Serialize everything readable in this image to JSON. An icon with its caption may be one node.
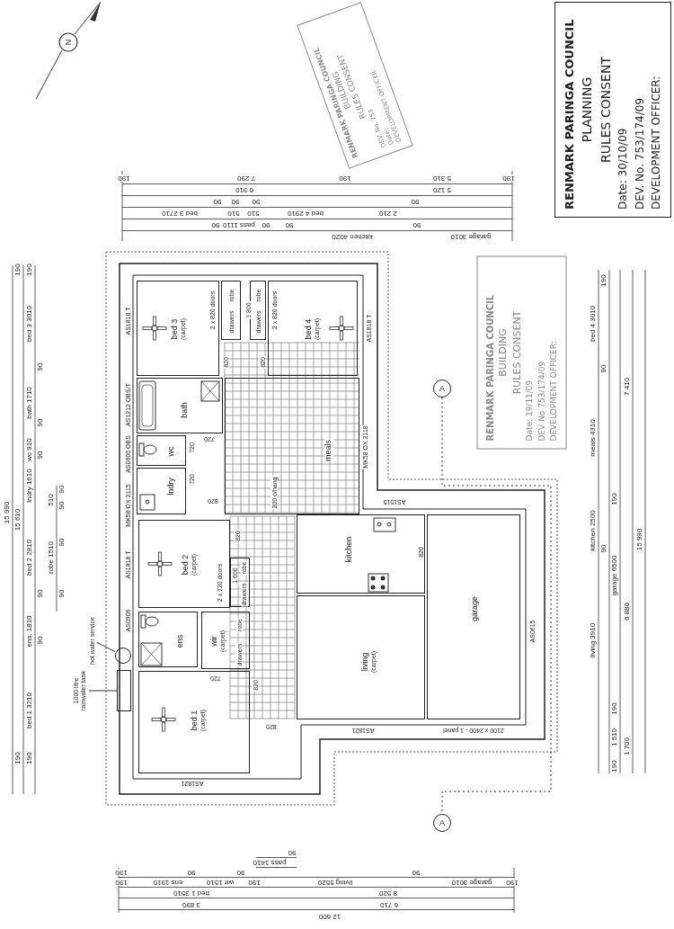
{
  "diagram": {
    "nodes": [
      {
        "text": [
          "RENMARK PARINGA COUNCIL",
          "BUILDING",
          "RULES CONSENT",
          "DEV. No. 753",
          "Date:",
          "DEVELOPMENT OFFICER:"
        ]
      },
      {
        "text": [
          "RENMARK PARINGA COUNCIL",
          "PLANNING",
          "RULES CONSENT",
          "Date: 30/10/09",
          "DEV. No. 753/174/09",
          "DEVELOPMENT OFFICER:"
        ]
      },
      {
        "text": [
          "bed 3",
          "(carpet)"
        ]
      },
      {
        "text": [
          "robe",
          "drawers"
        ]
      },
      {
        "text": [
          "robe",
          "drawers"
        ]
      },
      {
        "text": [
          "bed 4",
          "(carpet)"
        ]
      },
      {
        "text": [
          "bath"
        ]
      },
      {
        "text": [
          "wc"
        ]
      },
      {
        "text": [
          "lndry"
        ]
      },
      {
        "text": [
          "meals"
        ]
      },
      {
        "text": [
          "RENMARK PARINGA COUNCIL",
          "BUILDING",
          "RULES CONSENT",
          "Date: 19/11/09",
          "DEV No 753/174/09",
          "DEVELOPMENT OFFICER:"
        ]
      },
      {
        "text": [
          "A"
        ]
      },
      {
        "text": [
          "hot water service"
        ]
      },
      {
        "text": [],
        "shape": "circle"
      },
      {
        "text": [
          "kitchen"
        ]
      },
      {
        "text": [
          "bed 2",
          "(carpet)"
        ]
      },
      {
        "text": [
          "robe",
          "drawers"
        ]
      },
      {
        "text": [
          "ens"
        ]
      },
      {
        "text": [
          "wir",
          "(carpet)"
        ]
      },
      {
        "text": [
          "1000 litre rainwater tank"
        ]
      },
      {
        "text": [],
        "shape": "box"
      },
      {
        "text": [
          "living",
          "(carpet)"
        ]
      },
      {
        "text": [
          "garage"
        ]
      },
      {
        "text": [
          "bed 1",
          "(carpet)"
        ]
      },
      {
        "text": [
          "A"
        ]
      }
    ],
    "edges": [
      {
        "from": 12,
        "to": 13,
        "arrow": "none"
      },
      {
        "from": 19,
        "to": 20,
        "arrow": "none"
      },
      {
        "from": 11,
        "to": 24,
        "arrow": "none",
        "style": "dashed"
      }
    ],
    "labels": [
      "N",
      "190",
      "7 290",
      "190",
      "5 310",
      "190",
      "6 910",
      "5 120",
      "90",
      "90",
      "90",
      "90",
      "bed 3 2710",
      "510",
      "510",
      "bed 4 2910",
      "2 210",
      "90",
      "pass 1110",
      "90",
      "90",
      "90",
      "kitchen 4020",
      "garage 3010",
      "15 990",
      "15 610",
      "190",
      "190",
      "bed 3 3010",
      "90",
      "bath 1710",
      "90",
      "wc 910",
      "90",
      "lndry 1610",
      "90",
      "510",
      "90",
      "90",
      "bed 2 2810",
      "robe 1510",
      "90",
      "90",
      "ens. 1810",
      "90",
      "bed 1 3210",
      "190",
      "190",
      "190",
      "bed 4 3010",
      "90",
      "7 410",
      "meals 4310",
      "190",
      "kitchen 2500",
      "90",
      "garage 6500",
      "15 990",
      "6 880",
      "living 3910",
      "190",
      "1 510",
      "1 700",
      "190",
      "AS1818 T",
      "AS1212 OBS/T",
      "AS0606 OBS",
      "MK58 OX 2115",
      "AS1818 T",
      "AS0906",
      "AS1821",
      "2 x 820 doors",
      "1 800",
      "2 x 820 doors",
      "AS1818 T",
      "820",
      "820",
      "720",
      "720",
      "720",
      "MK58 OX 2118",
      "820",
      "200 o/hang",
      "AS1515",
      "820",
      "2 x 720 doors",
      "1 600",
      "robe",
      "drawers",
      "720",
      "820",
      "820",
      "820",
      "AS0615",
      "AS1821",
      "2100 x 2400 - 1 panel",
      "90",
      "pass 1410",
      "190",
      "90",
      "90",
      "90",
      "190",
      "ens 1910",
      "wir 1510",
      "190",
      "living 5520",
      "garage 3010",
      "190",
      "bed 1 3510",
      "8 520",
      "3 890",
      "6 710",
      "12 600"
    ]
  }
}
